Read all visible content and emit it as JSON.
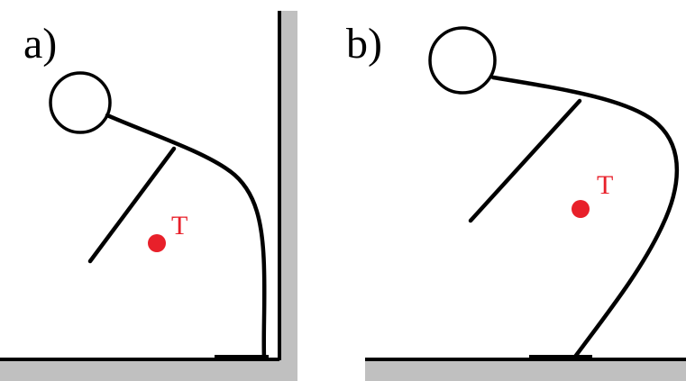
{
  "panels": [
    {
      "label": "a)",
      "point_label": "T"
    },
    {
      "label": "b)",
      "point_label": "T"
    }
  ],
  "colors": {
    "wall": "#c0c0c0",
    "floor": "#c0c0c0",
    "line": "#000000",
    "point": "#e8202a",
    "point_label": "#e8202a"
  }
}
